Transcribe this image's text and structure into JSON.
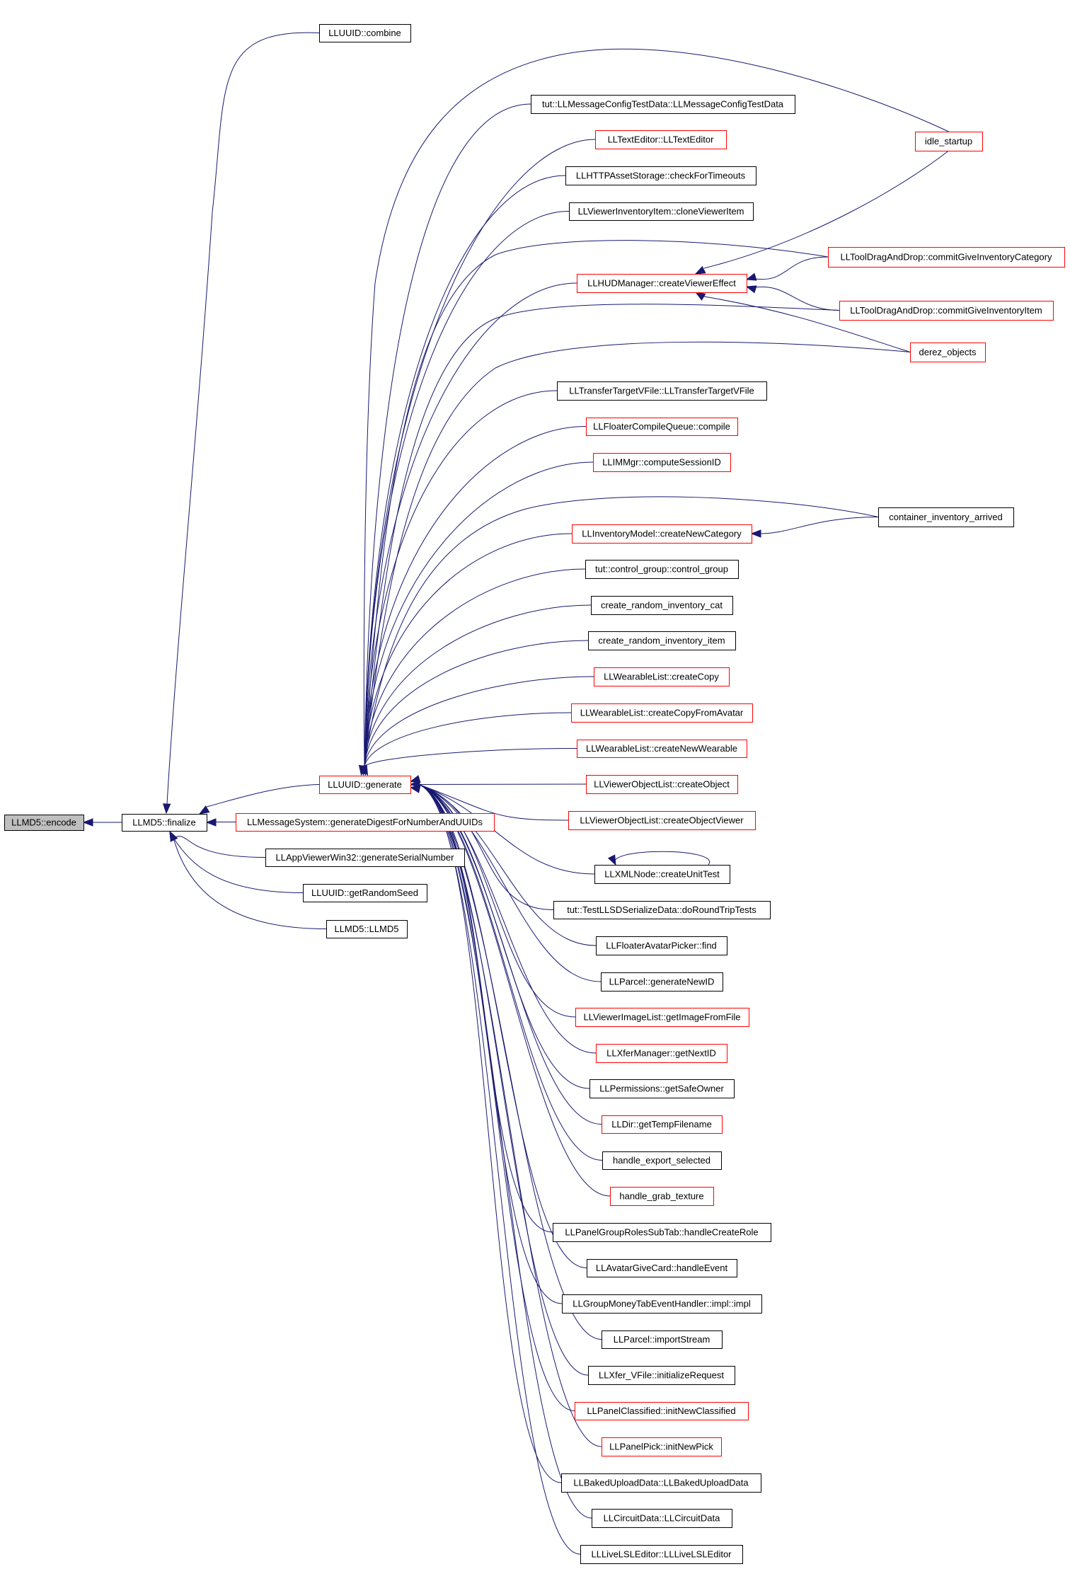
{
  "graph": {
    "colors": {
      "edge": "#191970",
      "arrowhead": "#191970",
      "border_black": "#000000",
      "border_red": "#ff0000",
      "root_fill": "#bfbfbf",
      "node_fill": "#ffffff"
    },
    "nodes": [
      {
        "id": "encode",
        "label": "LLMD5::encode",
        "style": "root"
      },
      {
        "id": "finalize",
        "label": "LLMD5::finalize",
        "style": "black"
      },
      {
        "id": "combine",
        "label": "LLUUID::combine",
        "style": "black"
      },
      {
        "id": "generate",
        "label": "LLUUID::generate",
        "style": "red"
      },
      {
        "id": "genDigest",
        "label": "LLMessageSystem::generateDigestForNumberAndUUIDs",
        "style": "red"
      },
      {
        "id": "genSerial",
        "label": "LLAppViewerWin32::generateSerialNumber",
        "style": "black"
      },
      {
        "id": "randomSeed",
        "label": "LLUUID::getRandomSeed",
        "style": "black"
      },
      {
        "id": "md5ctor",
        "label": "LLMD5::LLMD5",
        "style": "black"
      },
      {
        "id": "msgConfig",
        "label": "tut::LLMessageConfigTestData::LLMessageConfigTestData",
        "style": "black"
      },
      {
        "id": "textEditor",
        "label": "LLTextEditor::LLTextEditor",
        "style": "red"
      },
      {
        "id": "httpAsset",
        "label": "LLHTTPAssetStorage::checkForTimeouts",
        "style": "black"
      },
      {
        "id": "cloneItem",
        "label": "LLViewerInventoryItem::cloneViewerItem",
        "style": "black"
      },
      {
        "id": "hudEffect",
        "label": "LLHUDManager::createViewerEffect",
        "style": "red"
      },
      {
        "id": "transferTarget",
        "label": "LLTransferTargetVFile::LLTransferTargetVFile",
        "style": "black"
      },
      {
        "id": "compileQueue",
        "label": "LLFloaterCompileQueue::compile",
        "style": "red"
      },
      {
        "id": "imSession",
        "label": "LLIMMgr::computeSessionID",
        "style": "red"
      },
      {
        "id": "newCategory",
        "label": "LLInventoryModel::createNewCategory",
        "style": "red"
      },
      {
        "id": "controlGroup",
        "label": "tut::control_group::control_group",
        "style": "black"
      },
      {
        "id": "randomCat",
        "label": "create_random_inventory_cat",
        "style": "black"
      },
      {
        "id": "randomItem",
        "label": "create_random_inventory_item",
        "style": "black"
      },
      {
        "id": "wearCopy",
        "label": "LLWearableList::createCopy",
        "style": "red"
      },
      {
        "id": "wearCopyAvatar",
        "label": "LLWearableList::createCopyFromAvatar",
        "style": "red"
      },
      {
        "id": "wearNew",
        "label": "LLWearableList::createNewWearable",
        "style": "red"
      },
      {
        "id": "objCreate",
        "label": "LLViewerObjectList::createObject",
        "style": "red"
      },
      {
        "id": "objCreateViewer",
        "label": "LLViewerObjectList::createObjectViewer",
        "style": "red"
      },
      {
        "id": "xmlUnitTest",
        "label": "LLXMLNode::createUnitTest",
        "style": "black"
      },
      {
        "id": "llsdRoundTrip",
        "label": "tut::TestLLSDSerializeData::doRoundTripTests",
        "style": "black"
      },
      {
        "id": "avatarPickerFind",
        "label": "LLFloaterAvatarPicker::find",
        "style": "black"
      },
      {
        "id": "parcelNewID",
        "label": "LLParcel::generateNewID",
        "style": "black"
      },
      {
        "id": "imageFromFile",
        "label": "LLViewerImageList::getImageFromFile",
        "style": "red"
      },
      {
        "id": "xferNextID",
        "label": "LLXferManager::getNextID",
        "style": "red"
      },
      {
        "id": "safeOwner",
        "label": "LLPermissions::getSafeOwner",
        "style": "black"
      },
      {
        "id": "tempFilename",
        "label": "LLDir::getTempFilename",
        "style": "red"
      },
      {
        "id": "exportSelected",
        "label": "handle_export_selected",
        "style": "black"
      },
      {
        "id": "grabTexture",
        "label": "handle_grab_texture",
        "style": "red"
      },
      {
        "id": "createRole",
        "label": "LLPanelGroupRolesSubTab::handleCreateRole",
        "style": "black"
      },
      {
        "id": "giveCard",
        "label": "LLAvatarGiveCard::handleEvent",
        "style": "black"
      },
      {
        "id": "moneyTab",
        "label": "LLGroupMoneyTabEventHandler::impl::impl",
        "style": "black"
      },
      {
        "id": "importStream",
        "label": "LLParcel::importStream",
        "style": "black"
      },
      {
        "id": "xferVFile",
        "label": "LLXfer_VFile::initializeRequest",
        "style": "black"
      },
      {
        "id": "newClassified",
        "label": "LLPanelClassified::initNewClassified",
        "style": "red"
      },
      {
        "id": "newPick",
        "label": "LLPanelPick::initNewPick",
        "style": "red"
      },
      {
        "id": "bakedUpload",
        "label": "LLBakedUploadData::LLBakedUploadData",
        "style": "black"
      },
      {
        "id": "circuitData",
        "label": "LLCircuitData::LLCircuitData",
        "style": "black"
      },
      {
        "id": "liveLSL",
        "label": "LLLiveLSLEditor::LLLiveLSLEditor",
        "style": "black"
      },
      {
        "id": "idleStartup",
        "label": "idle_startup",
        "style": "red"
      },
      {
        "id": "giveCategory",
        "label": "LLToolDragAndDrop::commitGiveInventoryCategory",
        "style": "red"
      },
      {
        "id": "giveItem",
        "label": "LLToolDragAndDrop::commitGiveInventoryItem",
        "style": "red"
      },
      {
        "id": "derez",
        "label": "derez_objects",
        "style": "red"
      },
      {
        "id": "containerArrived",
        "label": "container_inventory_arrived",
        "style": "black"
      }
    ],
    "edges": [
      [
        "finalize",
        "encode"
      ],
      [
        "combine",
        "finalize"
      ],
      [
        "generate",
        "finalize"
      ],
      [
        "genDigest",
        "finalize"
      ],
      [
        "genSerial",
        "finalize"
      ],
      [
        "randomSeed",
        "finalize"
      ],
      [
        "md5ctor",
        "finalize"
      ],
      [
        "msgConfig",
        "generate"
      ],
      [
        "textEditor",
        "generate"
      ],
      [
        "httpAsset",
        "generate"
      ],
      [
        "cloneItem",
        "generate"
      ],
      [
        "hudEffect",
        "generate"
      ],
      [
        "transferTarget",
        "generate"
      ],
      [
        "compileQueue",
        "generate"
      ],
      [
        "imSession",
        "generate"
      ],
      [
        "newCategory",
        "generate"
      ],
      [
        "controlGroup",
        "generate"
      ],
      [
        "randomCat",
        "generate"
      ],
      [
        "randomItem",
        "generate"
      ],
      [
        "wearCopy",
        "generate"
      ],
      [
        "wearCopyAvatar",
        "generate"
      ],
      [
        "wearNew",
        "generate"
      ],
      [
        "objCreate",
        "generate"
      ],
      [
        "objCreateViewer",
        "generate"
      ],
      [
        "xmlUnitTest",
        "generate"
      ],
      [
        "llsdRoundTrip",
        "generate"
      ],
      [
        "avatarPickerFind",
        "generate"
      ],
      [
        "parcelNewID",
        "generate"
      ],
      [
        "imageFromFile",
        "generate"
      ],
      [
        "xferNextID",
        "generate"
      ],
      [
        "safeOwner",
        "generate"
      ],
      [
        "tempFilename",
        "generate"
      ],
      [
        "exportSelected",
        "generate"
      ],
      [
        "grabTexture",
        "generate"
      ],
      [
        "createRole",
        "generate"
      ],
      [
        "giveCard",
        "generate"
      ],
      [
        "moneyTab",
        "generate"
      ],
      [
        "importStream",
        "generate"
      ],
      [
        "xferVFile",
        "generate"
      ],
      [
        "newClassified",
        "generate"
      ],
      [
        "newPick",
        "generate"
      ],
      [
        "bakedUpload",
        "generate"
      ],
      [
        "circuitData",
        "generate"
      ],
      [
        "liveLSL",
        "generate"
      ],
      [
        "idleStartup",
        "generate"
      ],
      [
        "giveCategory",
        "generate"
      ],
      [
        "giveItem",
        "generate"
      ],
      [
        "derez",
        "generate"
      ],
      [
        "containerArrived",
        "generate"
      ],
      [
        "idleStartup",
        "hudEffect"
      ],
      [
        "giveCategory",
        "hudEffect"
      ],
      [
        "giveItem",
        "hudEffect"
      ],
      [
        "derez",
        "hudEffect"
      ],
      [
        "containerArrived",
        "newCategory"
      ],
      [
        "xmlUnitTest",
        "xmlUnitTest"
      ]
    ]
  }
}
